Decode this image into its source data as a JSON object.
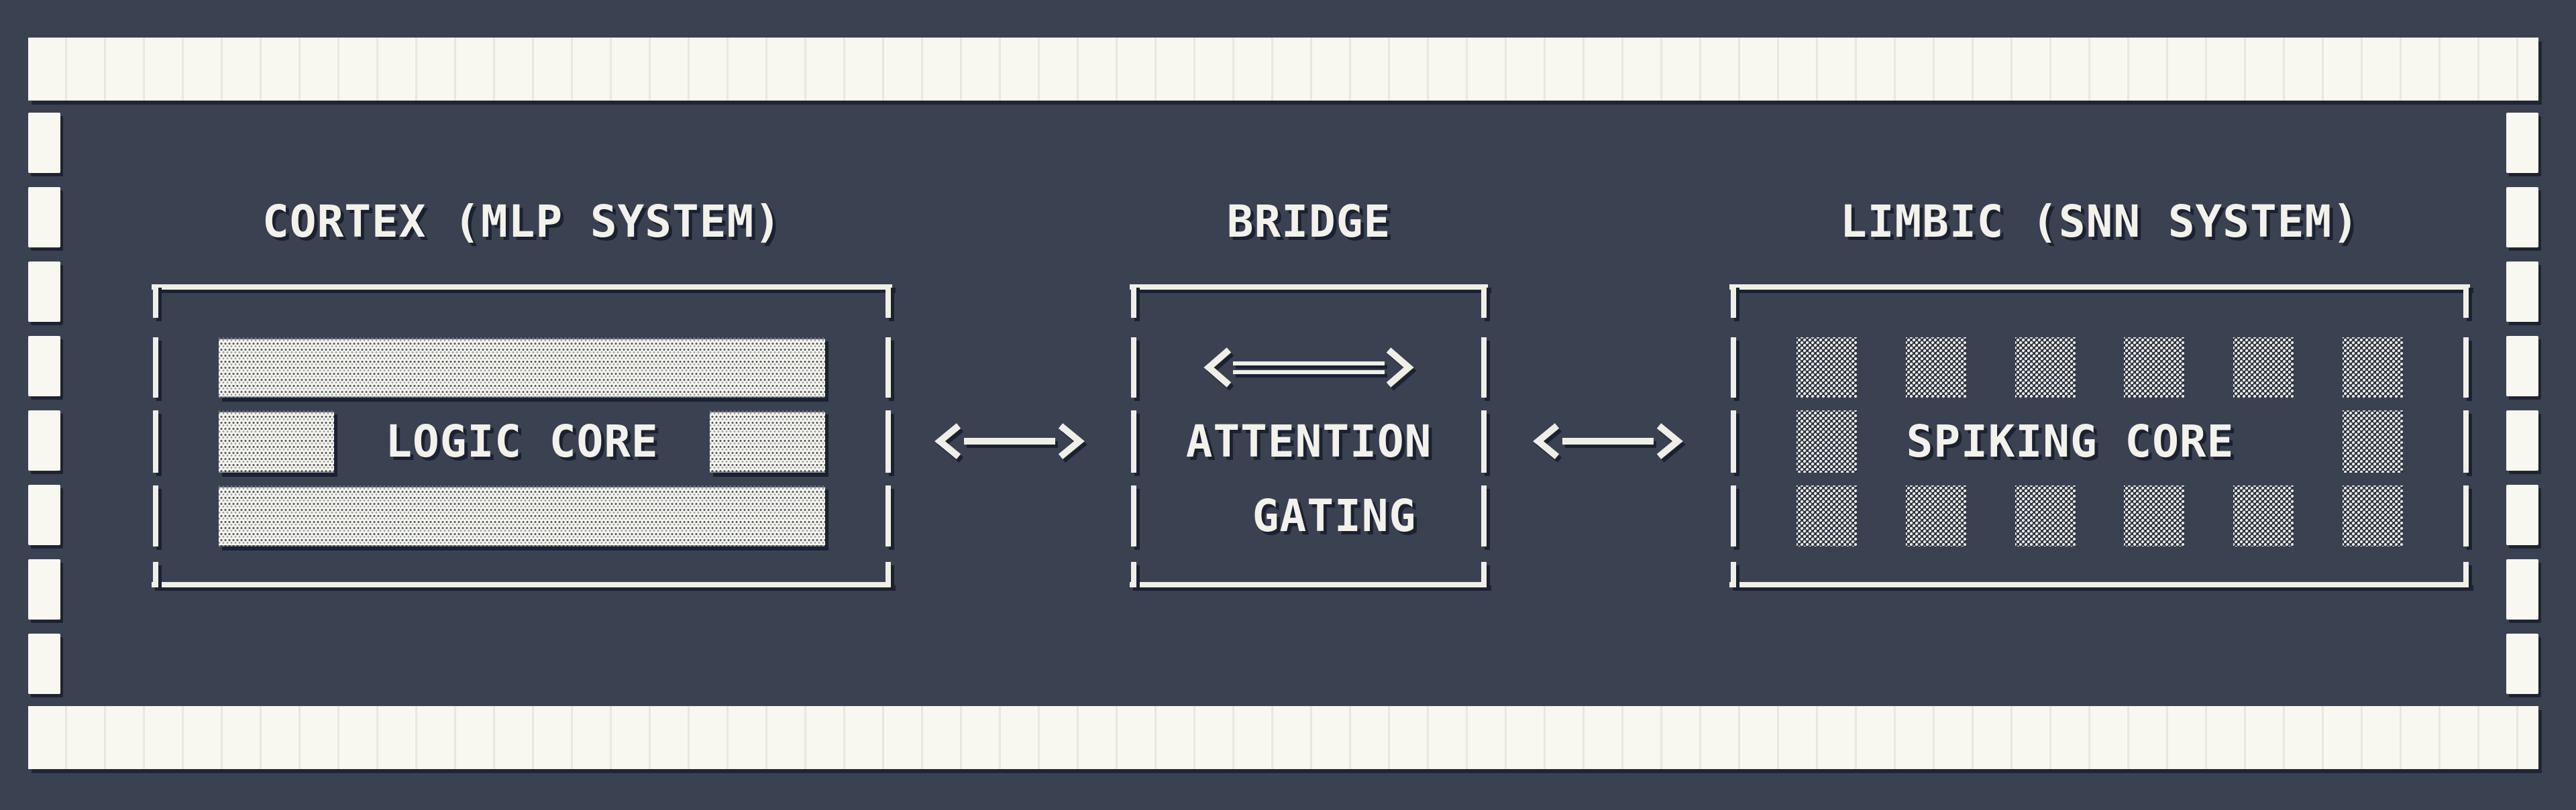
{
  "palette": {
    "bg": "#3a4150",
    "cream": "#f8f7f0",
    "line": "#f0efe6",
    "text": "#f3f2ea",
    "shadow": "#1b2134",
    "framediv": "#e9e8dd"
  },
  "sections": {
    "cortex": {
      "title": "CORTEX (MLP SYSTEM)",
      "core_label": "LOGIC CORE"
    },
    "bridge": {
      "title": "BRIDGE",
      "line1": "ATTENTION",
      "line2": "GATING"
    },
    "limbic": {
      "title": "LIMBIC (SNN SYSTEM)",
      "core_label": "SPIKING CORE"
    }
  },
  "icons": {
    "bridge_arrow": "bidirectional-arrow",
    "left_link": "bidirectional-arrow",
    "right_link": "bidirectional-arrow",
    "film_frame": "filmstrip-border"
  }
}
